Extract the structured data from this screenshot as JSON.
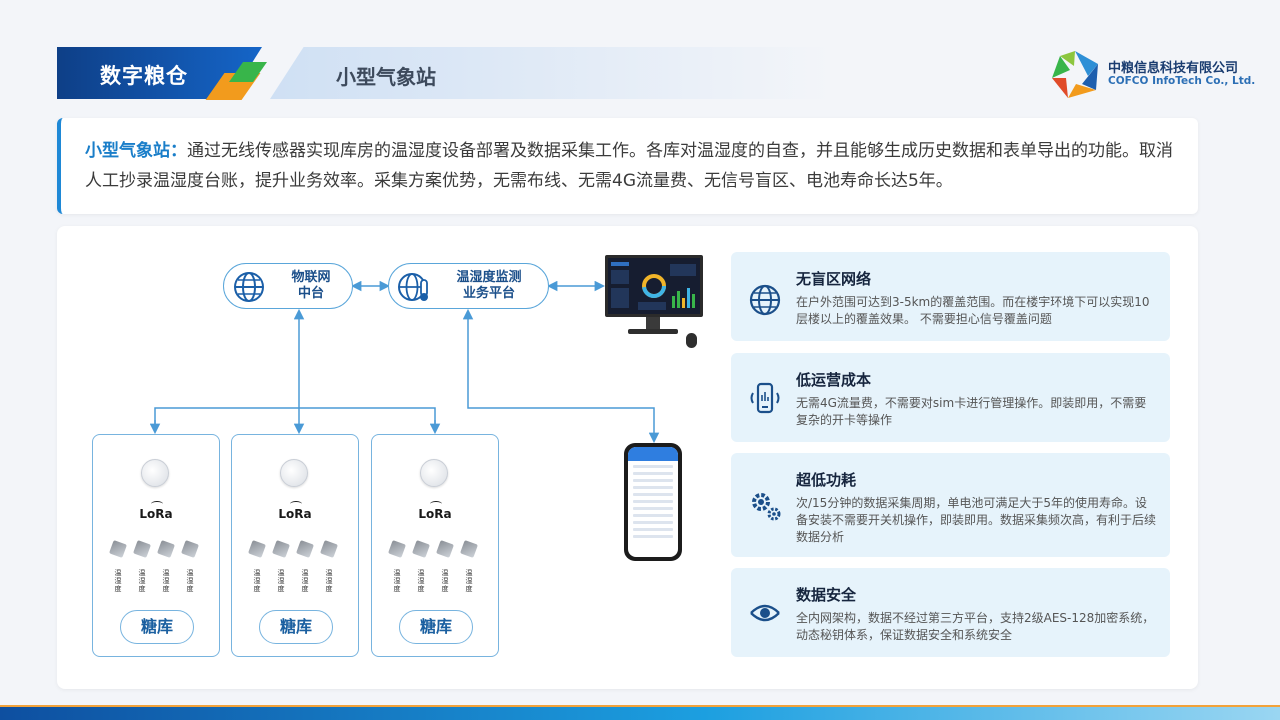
{
  "header": {
    "tab_title": "数字粮仓",
    "subtitle": "小型气象站",
    "company_cn": "中粮信息科技有限公司",
    "company_en": "COFCO InfoTech Co., Ltd."
  },
  "intro": {
    "lead": "小型气象站：",
    "text": "通过无线传感器实现库房的温湿度设备部署及数据采集工作。各库对温湿度的自查，并且能够生成历史数据和表单导出的功能。取消人工抄录温湿度台账，提升业务效率。采集方案优势，无需布线、无需4G流量费、无信号盲区、电池寿命长达5年。"
  },
  "diagram": {
    "iot_line1": "物联网",
    "iot_line2": "中台",
    "platform_line1": "温湿度监测",
    "platform_line2": "业务平台",
    "stores": [
      {
        "lora": "LoRa",
        "name": "糖库",
        "probe_label": "温湿度"
      },
      {
        "lora": "LoRa",
        "name": "糖库",
        "probe_label": "温湿度"
      },
      {
        "lora": "LoRa",
        "name": "糖库",
        "probe_label": "温湿度"
      }
    ]
  },
  "features": [
    {
      "icon": "globe-icon",
      "title": "无盲区网络",
      "desc": "在户外范围可达到3-5km的覆盖范围。而在楼宇环境下可以实现10层楼以上的覆盖效果。  不需要担心信号覆盖问题"
    },
    {
      "icon": "phone-signal-icon",
      "title": "低运营成本",
      "desc": "无需4G流量费，不需要对sim卡进行管理操作。即装即用，不需要复杂的开卡等操作"
    },
    {
      "icon": "gears-icon",
      "title": "超低功耗",
      "desc": "次/15分钟的数据采集周期，单电池可满足大于5年的使用寿命。设备安装不需要开关机操作，即装即用。数据采集频次高，有利于后续数据分析"
    },
    {
      "icon": "eye-shield-icon",
      "title": "数据安全",
      "desc": "全内网架构，数据不经过第三方平台，支持2级AES-128加密系统，动态秘钥体系，保证数据安全和系统安全"
    }
  ],
  "colors": {
    "accent": "#1e88d6",
    "header_blue": "#0e3f87",
    "feature_bg": "#e6f3fb"
  }
}
